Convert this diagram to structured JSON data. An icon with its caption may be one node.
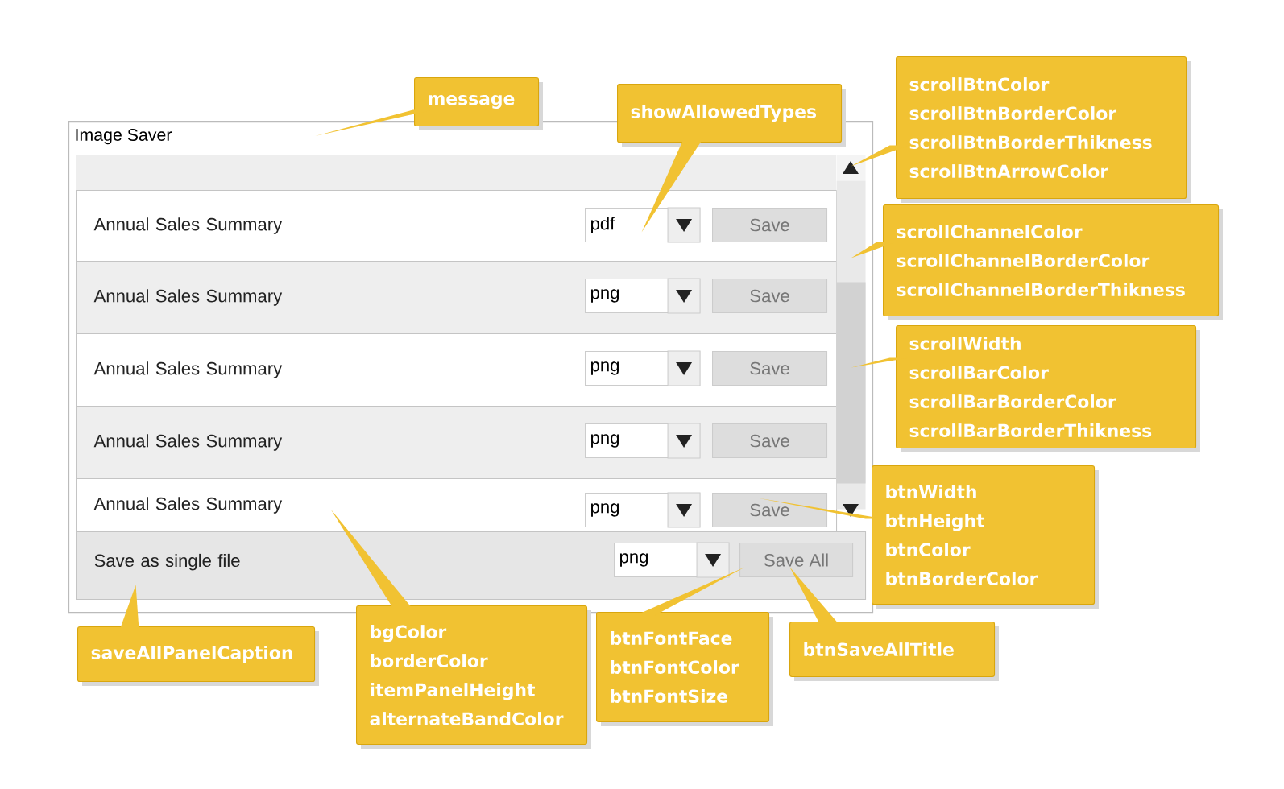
{
  "diagram": {
    "nodes": [
      {
        "text": [
          "Image Saver"
        ]
      },
      {
        "text": [
          "Annual Sales Summary"
        ],
        "in": 0
      },
      {
        "text": [
          "pdf"
        ],
        "in": 1
      },
      {
        "text": [
          "Save"
        ],
        "in": 1
      },
      {
        "text": [
          "Annual Sales Summary"
        ],
        "in": 0
      },
      {
        "text": [
          "png"
        ],
        "in": 4
      },
      {
        "text": [
          "Save"
        ],
        "in": 4
      },
      {
        "text": [
          "Annual Sales Summary"
        ],
        "in": 0
      },
      {
        "text": [
          "png"
        ],
        "in": 7
      },
      {
        "text": [
          "Save"
        ],
        "in": 7
      },
      {
        "text": [
          "Annual Sales Summary"
        ],
        "in": 0
      },
      {
        "text": [
          "png"
        ],
        "in": 10
      },
      {
        "text": [
          "Save"
        ],
        "in": 10
      },
      {
        "text": [
          "Annual Sales Summary"
        ],
        "in": 0
      },
      {
        "text": [
          "png"
        ],
        "in": 13
      },
      {
        "text": [
          "Save"
        ],
        "in": 13
      },
      {
        "text": [
          "Save as single file"
        ],
        "in": 0
      },
      {
        "text": [
          "png"
        ],
        "in": 16
      },
      {
        "text": [
          "Save All"
        ],
        "in": 16
      },
      {
        "text": [],
        "shape": "box",
        "in": 0
      },
      {
        "text": [],
        "shape": "box",
        "in": 0
      },
      {
        "text": [],
        "shape": "box",
        "in": 20
      },
      {
        "text": [
          "message"
        ]
      },
      {
        "text": [
          "showAllowedTypes"
        ]
      },
      {
        "text": [
          "scrollBtnColor",
          "scrollBtnBorderColor",
          "scrollBtnBorderThikness",
          "scrollBtnArrowColor"
        ]
      },
      {
        "text": [
          "scrollChannelColor",
          "scrollChannelBorderColor",
          "scrollChannelBorderThikness"
        ]
      },
      {
        "text": [
          "scrollWidth",
          "scrollBarColor",
          "scrollBarBorderColor",
          "scrollBarBorderThikness"
        ]
      },
      {
        "text": [
          "btnWidth",
          "btnHeight",
          "btnColor",
          "btnBorderColor"
        ]
      },
      {
        "text": [
          "saveAllPanelCaption"
        ]
      },
      {
        "text": [
          "bgColor",
          "borderColor",
          "itemPanelHeight",
          "alternateBandColor"
        ]
      },
      {
        "text": [
          "btnFontFace",
          "btnFontColor",
          "btnFontSize"
        ]
      },
      {
        "text": [
          "btnSaveAllTitle"
        ]
      }
    ],
    "edges": [
      {
        "from": 22,
        "to": 0,
        "arrow": "none"
      },
      {
        "from": 23,
        "to": 2,
        "arrow": "none"
      },
      {
        "from": 24,
        "to": 19,
        "arrow": "none"
      },
      {
        "from": 25,
        "to": 20,
        "arrow": "none"
      },
      {
        "from": 26,
        "to": 21,
        "arrow": "none"
      },
      {
        "from": 27,
        "to": 15,
        "arrow": "none"
      },
      {
        "from": 28,
        "to": 16,
        "arrow": "none"
      },
      {
        "from": 29,
        "to": 13,
        "arrow": "none"
      },
      {
        "from": 30,
        "to": 18,
        "arrow": "none"
      },
      {
        "from": 31,
        "to": 18,
        "arrow": "none"
      }
    ]
  }
}
